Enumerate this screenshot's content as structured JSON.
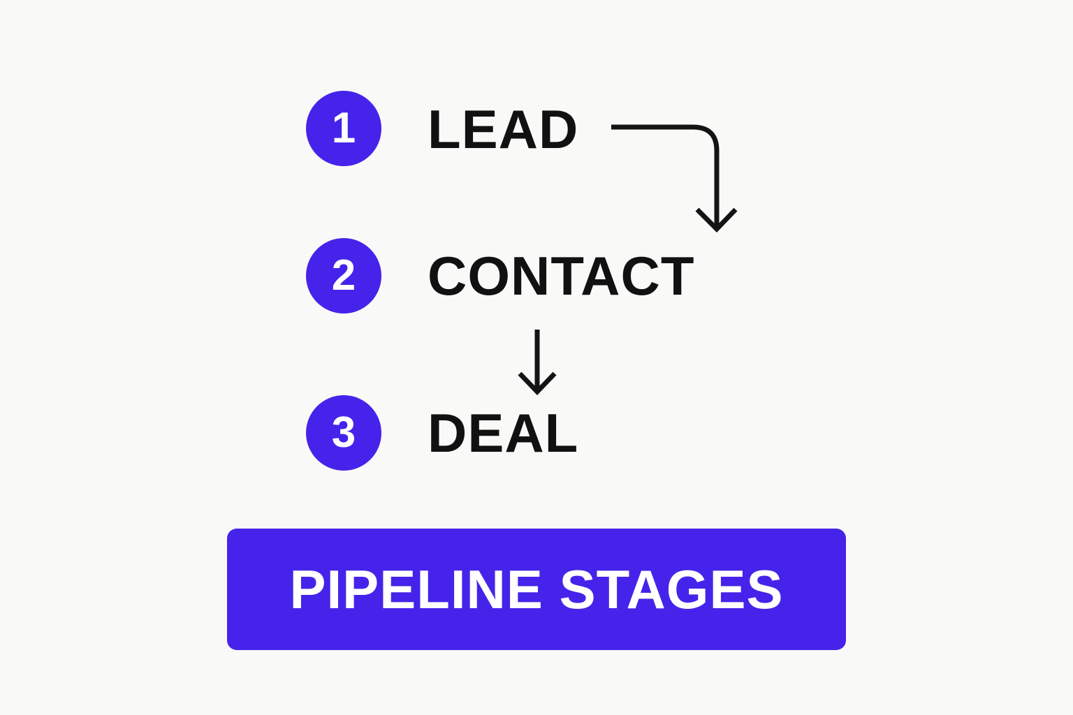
{
  "colors": {
    "accent": "#4623ea",
    "text": "#111111",
    "background": "#f9f9f7",
    "arrow": "#141414"
  },
  "stages": [
    {
      "number": "1",
      "label": "LEAD"
    },
    {
      "number": "2",
      "label": "CONTACT"
    },
    {
      "number": "3",
      "label": "DEAL"
    }
  ],
  "flow": [
    {
      "from": "LEAD",
      "to": "CONTACT"
    },
    {
      "from": "CONTACT",
      "to": "DEAL"
    }
  ],
  "title": "PIPELINE STAGES"
}
